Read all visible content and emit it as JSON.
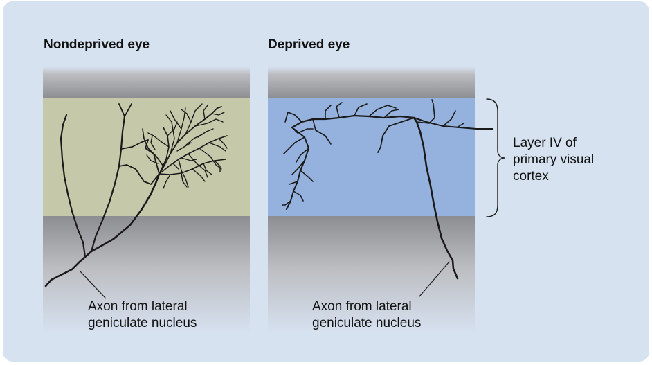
{
  "titles": {
    "left": "Nondeprived eye",
    "right": "Deprived eye"
  },
  "labels": {
    "axon_left": [
      "Axon from lateral",
      "geniculate nucleus"
    ],
    "axon_right": [
      "Axon from lateral",
      "geniculate nucleus"
    ],
    "layer": [
      "Layer IV of",
      "primary visual",
      "cortex"
    ]
  },
  "colors": {
    "background": "#d7e2f1",
    "layer_iv_nondeprived": "#c5c8a9",
    "layer_iv_deprived": "#95b1dd",
    "axon": "#1a1a1a"
  }
}
